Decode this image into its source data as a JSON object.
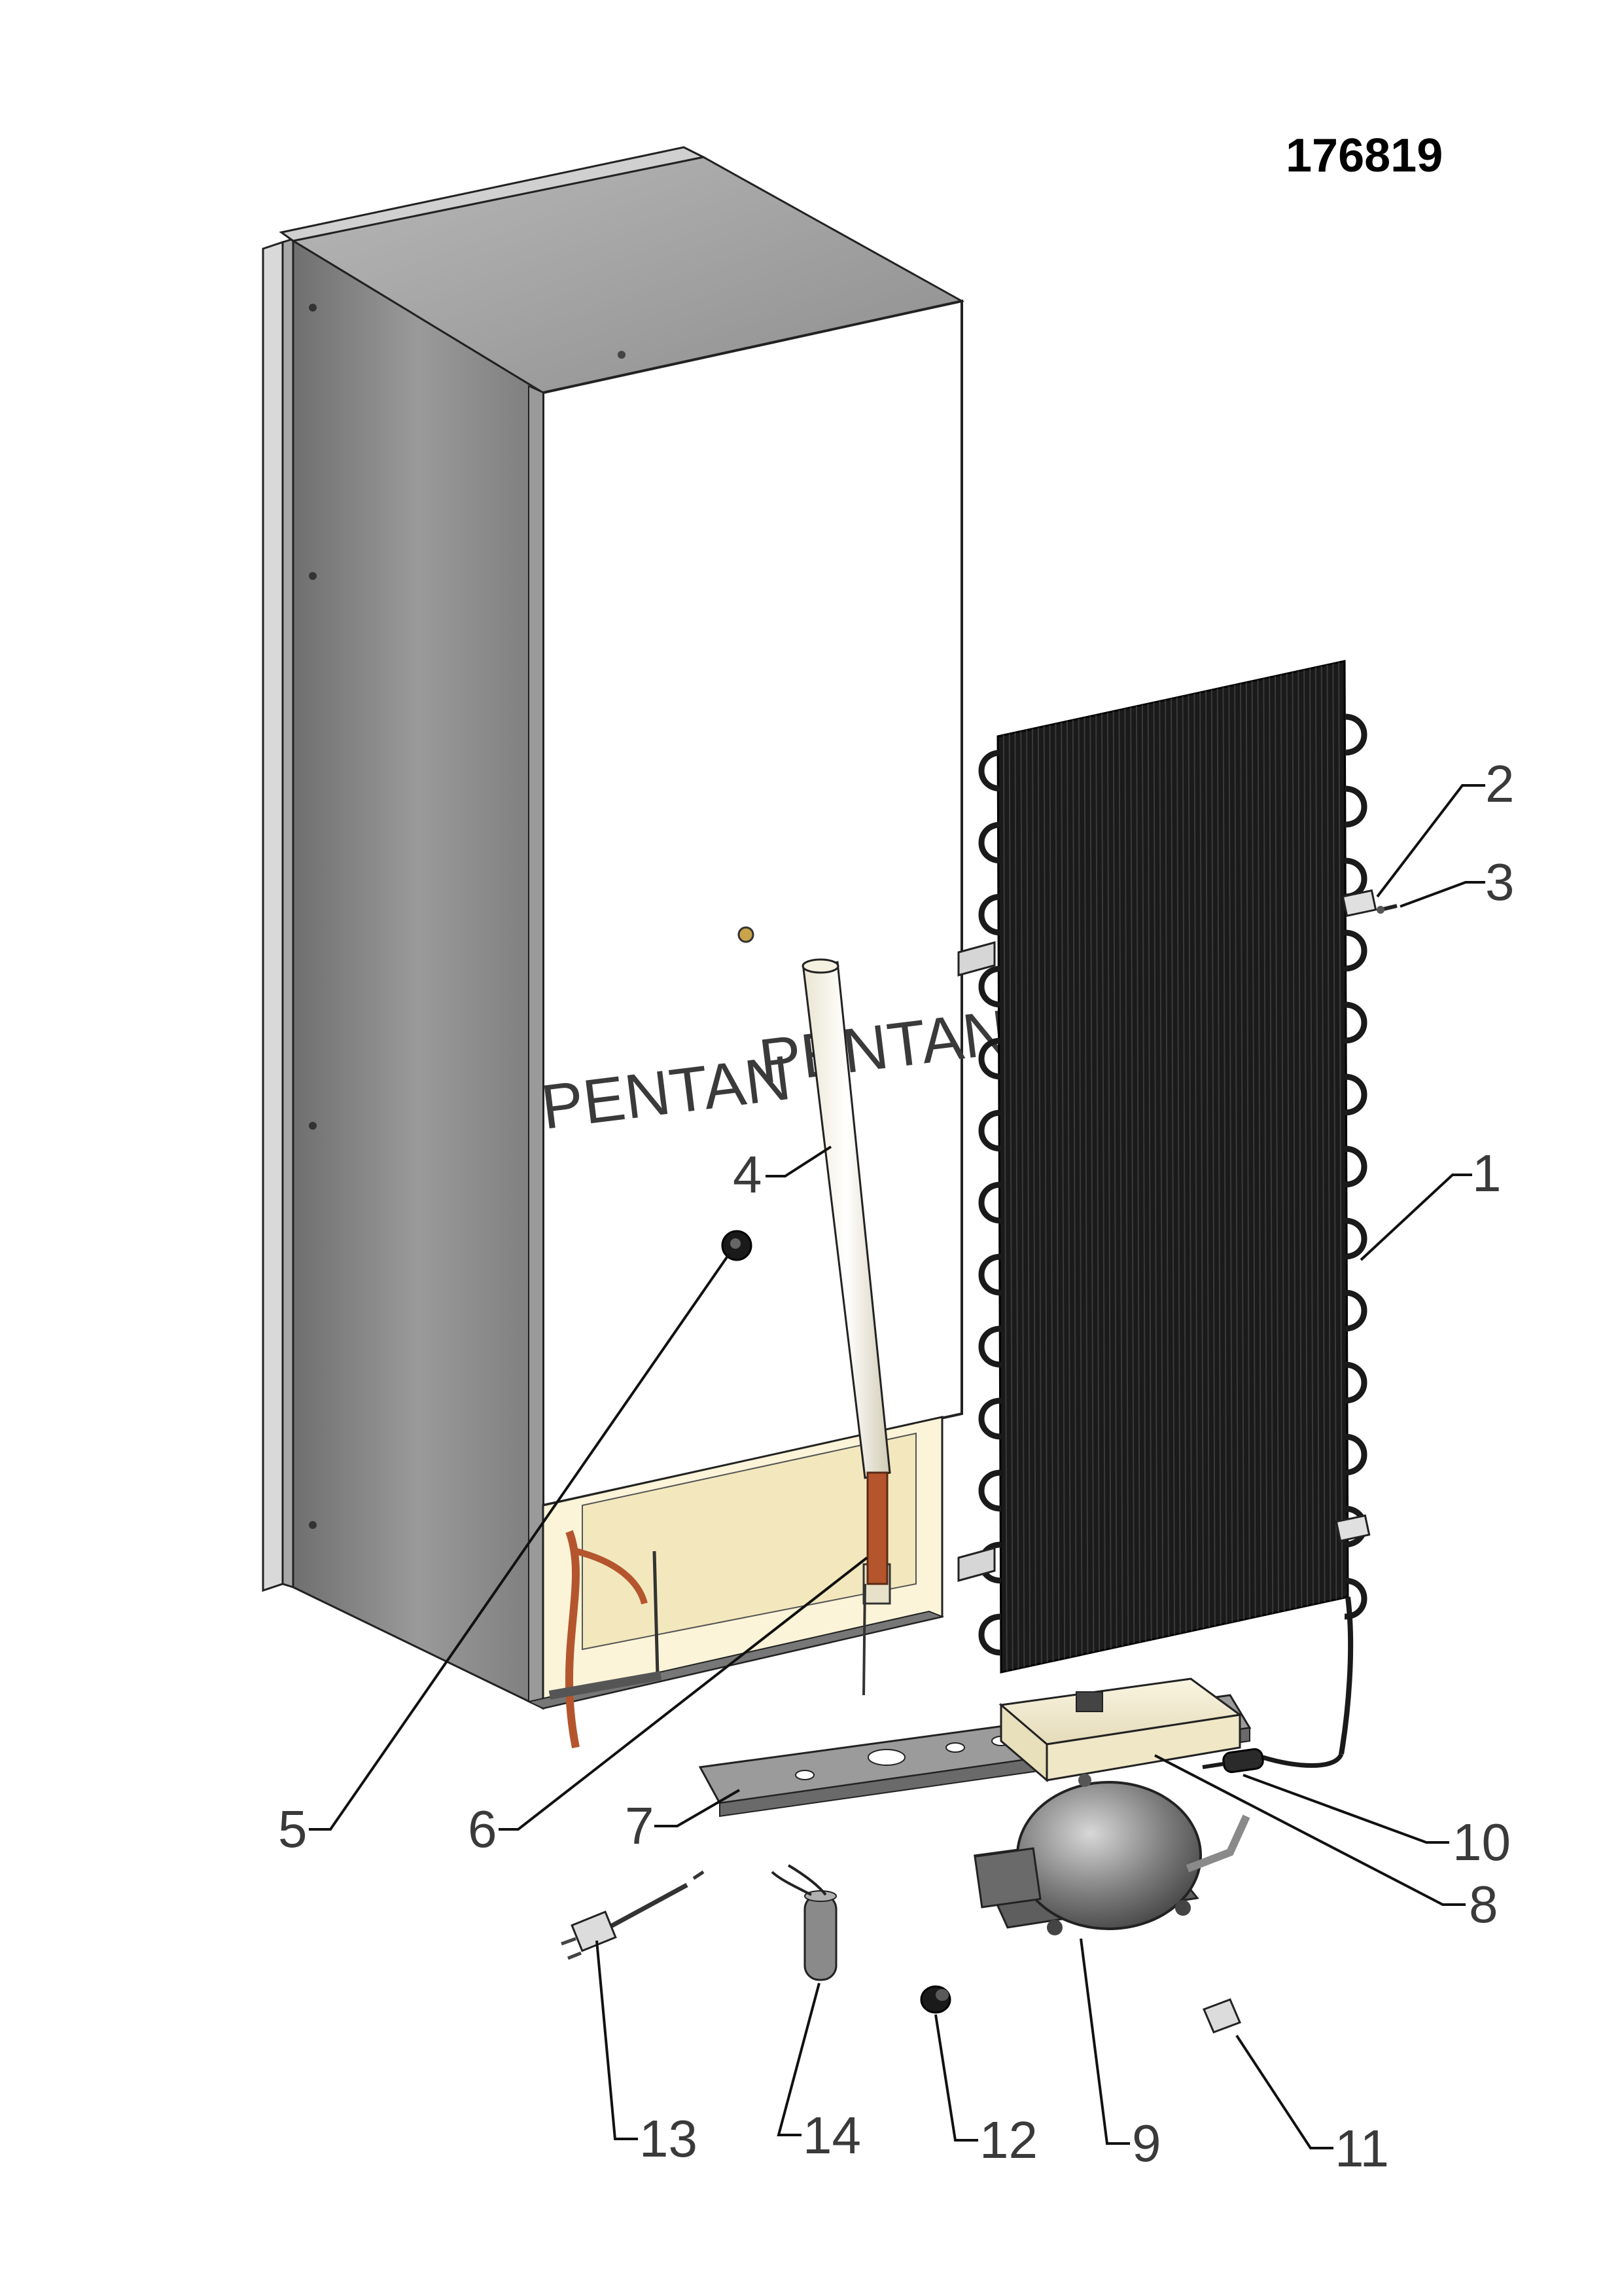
{
  "drawing_number": "176819",
  "cabinet_stamps": [
    "PENTAN",
    "PENTAN"
  ],
  "callouts": {
    "p1": "1",
    "p2": "2",
    "p3": "3",
    "p4": "4",
    "p5": "5",
    "p6": "6",
    "p7": "7",
    "p8": "8",
    "p9": "9",
    "p10": "10",
    "p11": "11",
    "p12": "12",
    "p13": "13",
    "p14": "14"
  },
  "colors": {
    "cabinet_side": "#858585",
    "cabinet_back": "#ffffff",
    "condenser": "#1a1a1a",
    "tray": "#f1ead0",
    "compressor": "#7a7a7a",
    "copper_pipe": "#b4552e"
  }
}
